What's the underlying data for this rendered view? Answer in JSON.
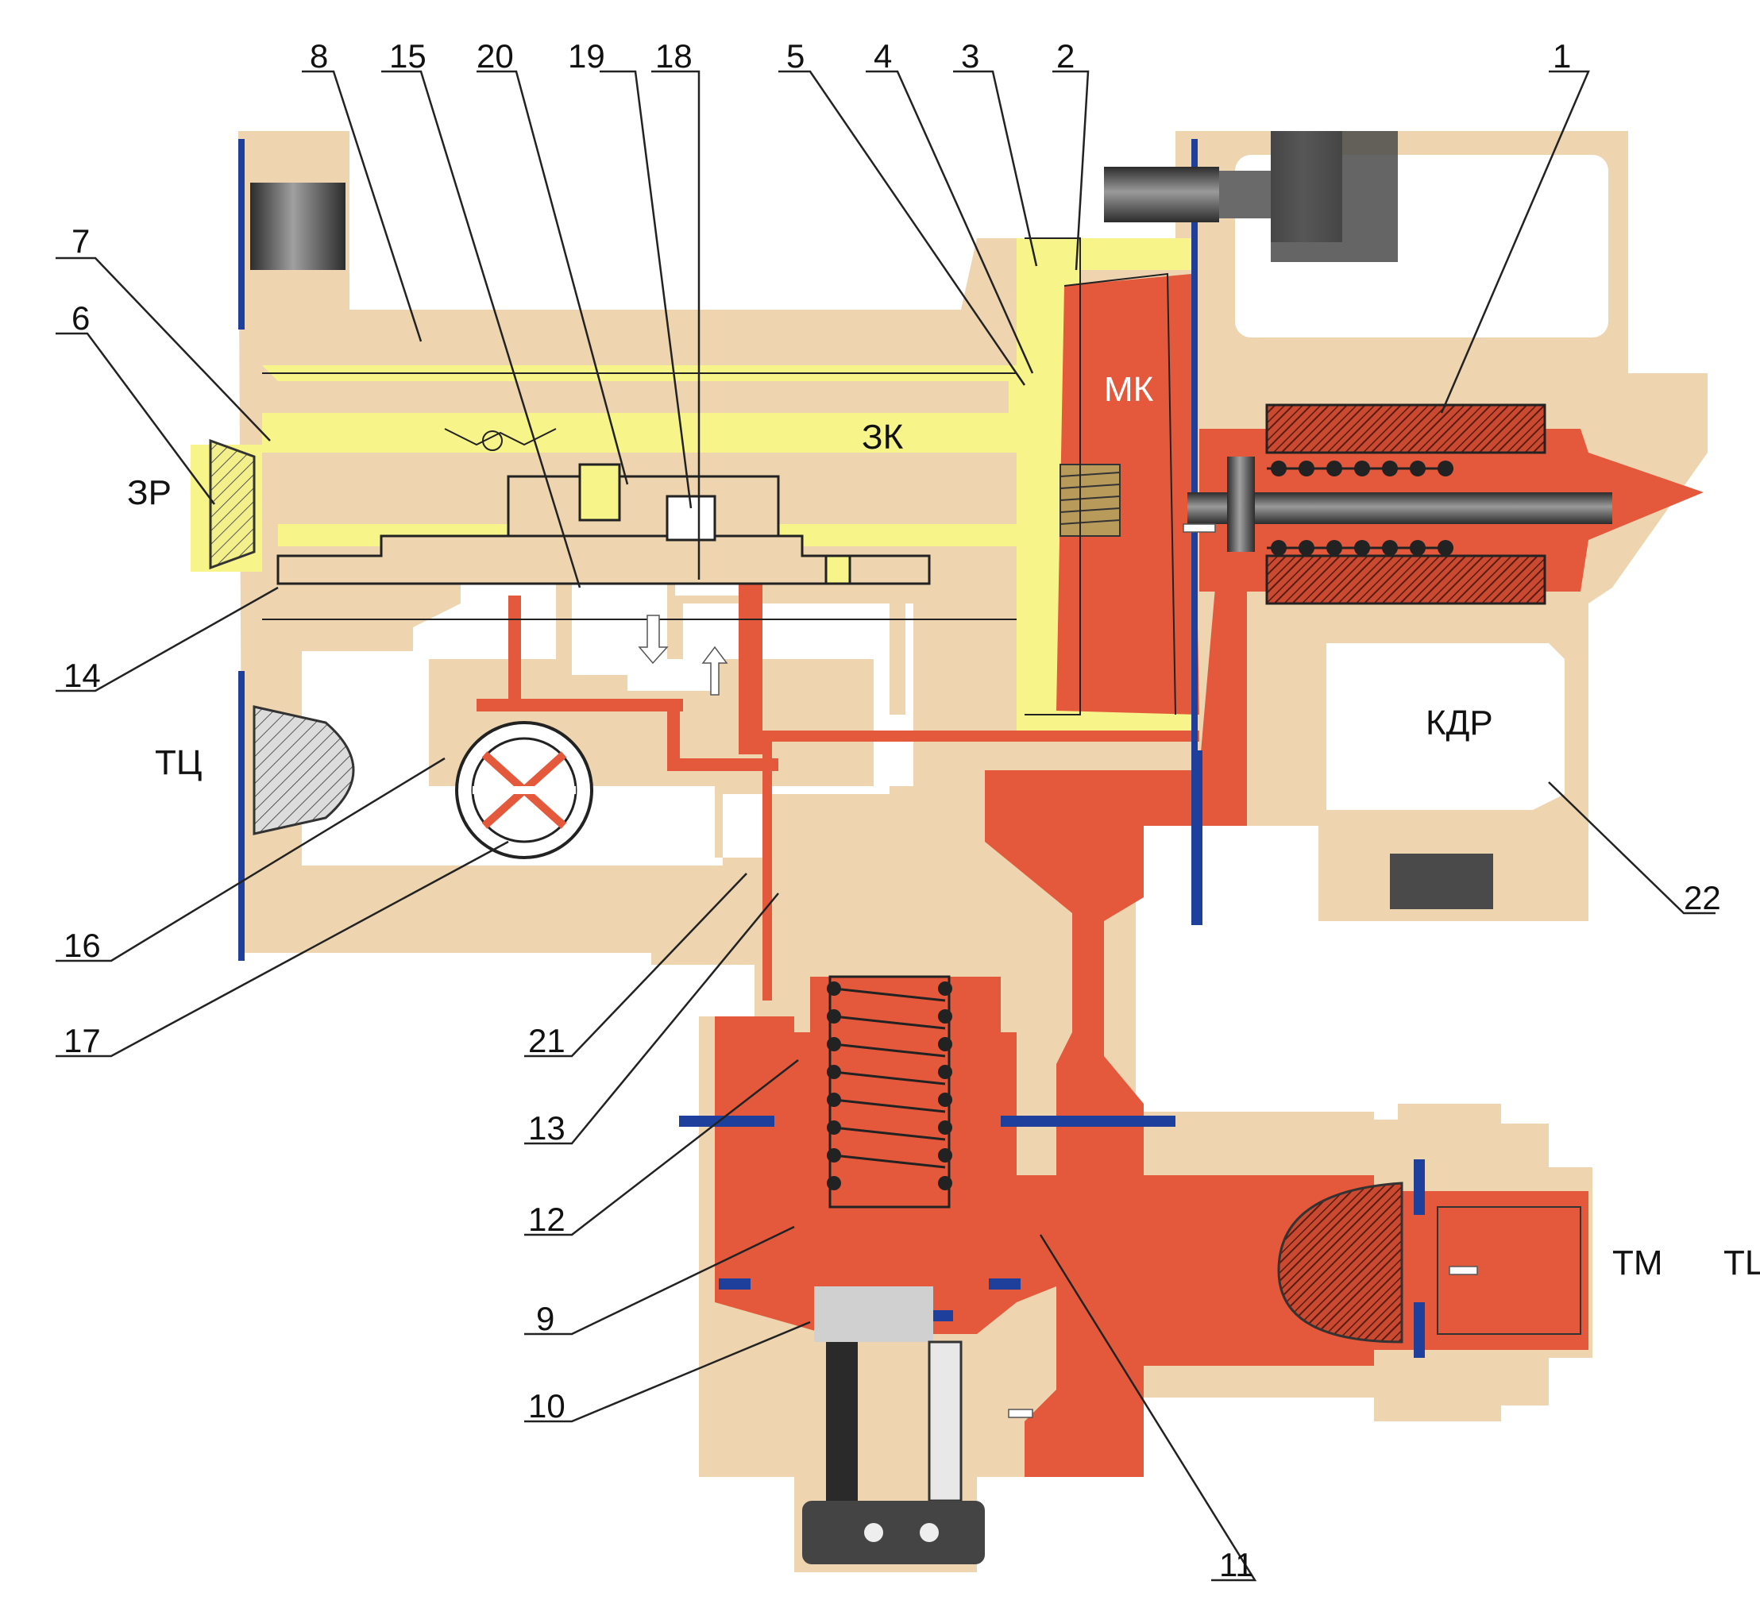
{
  "colors": {
    "body": "#eed5b0",
    "main_line": "#e4593c",
    "spare_res": "#f7f48a",
    "atmosphere": "#ffffff",
    "gasket": "#1f3f9c",
    "metal": "#4a4a4a",
    "lines": "#222222"
  },
  "chambers": {
    "mk": "МК",
    "zk": "ЗК",
    "zr": "ЗР",
    "tc_left": "ТЦ",
    "kdr": "КДР",
    "tm": "ТМ",
    "tc_right": "ТЦ"
  },
  "callouts": {
    "n1": "1",
    "n2": "2",
    "n3": "3",
    "n4": "4",
    "n5": "5",
    "n6": "6",
    "n7": "7",
    "n8": "8",
    "n9": "9",
    "n10": "10",
    "n11": "11",
    "n12": "12",
    "n13": "13",
    "n14": "14",
    "n15": "15",
    "n16": "16",
    "n17": "17",
    "n18": "18",
    "n19": "19",
    "n20": "20",
    "n21": "21",
    "n22": "22"
  }
}
